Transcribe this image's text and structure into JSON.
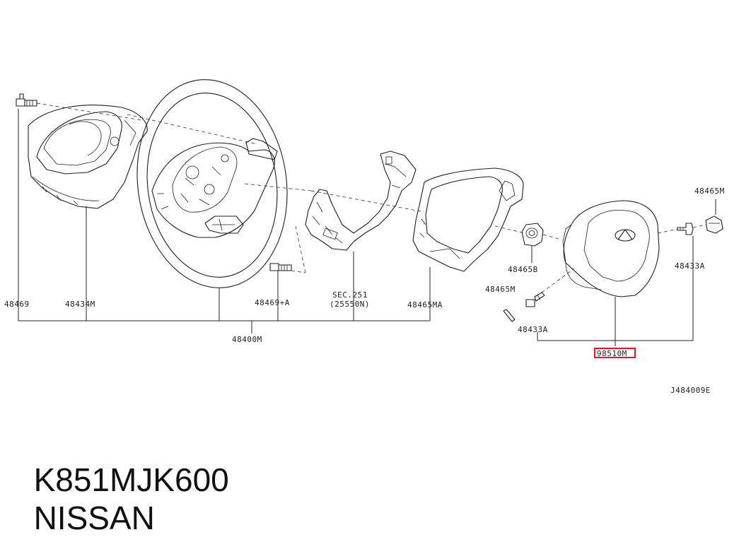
{
  "labels": {
    "p48469": "48469",
    "p48434M": "48434M",
    "p48469A": "48469+A",
    "sec251": "SEC.251",
    "p25550N": "(25550N)",
    "p48465MA": "48465MA",
    "p48400M": "48400M",
    "p48465B": "48465B",
    "p48465M_left": "48465M",
    "p48433A_left": "48433A",
    "p48465M_right": "48465M",
    "p48433A_right": "48433A",
    "p98510M": "98510M",
    "diagram_code": "J484009E"
  },
  "highlight": {
    "part": "98510M",
    "color": "#e8102a"
  },
  "footer": {
    "part_number": "K851MJK600",
    "brand": "NISSAN"
  }
}
